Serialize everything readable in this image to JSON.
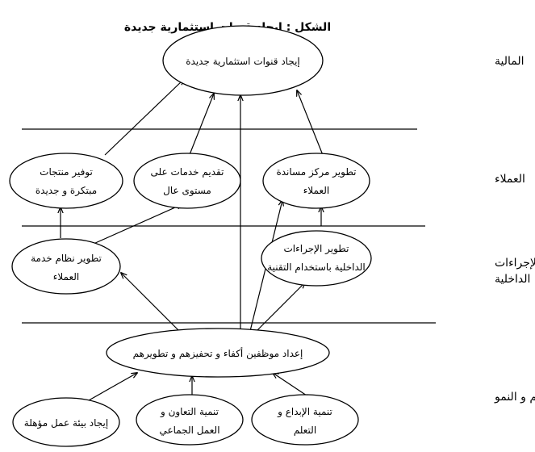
{
  "title": "الشكل : إيجاد قنوات استثمارية جديدة",
  "perspectives": {
    "financial": "المالية",
    "customers": "العملاء",
    "internal_1": "الإجراءات",
    "internal_2": "الداخلية",
    "learning": "التعليم و النمو"
  },
  "nodes": {
    "n1": {
      "l1": "إيجاد قنوات استثمارية جديدة"
    },
    "n2": {
      "l1": "توفير منتجات",
      "l2": "مبتكرة و جديدة"
    },
    "n3": {
      "l1": "تقديم خدمات على",
      "l2": "مستوى عال"
    },
    "n4": {
      "l1": "تطوير مركز مساندة",
      "l2": "العملاء"
    },
    "n5": {
      "l1": "تطوير نظام خدمة",
      "l2": "العملاء"
    },
    "n6": {
      "l1": "تطوير الإجراءات",
      "l2": "الداخلية باستخدام التقنية"
    },
    "n7": {
      "l1": "إعداد موظفين أكفاء و تحفيزهم و تطويرهم"
    },
    "n8": {
      "l1": "إيجاد بيئة عمل مؤهلة"
    },
    "n9": {
      "l1": "تنمية التعاون و",
      "l2": "العمل الجماعي"
    },
    "n10": {
      "l1": "تنمية الإبداع و",
      "l2": "التعلم"
    }
  }
}
